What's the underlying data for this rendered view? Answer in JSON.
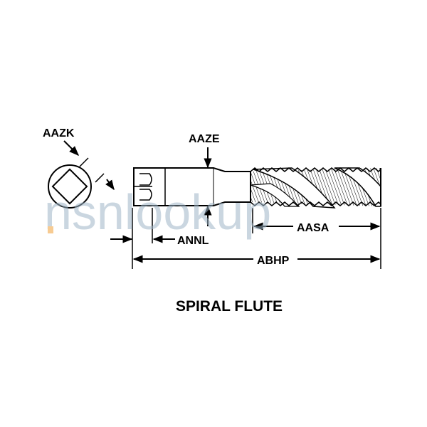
{
  "labels": {
    "aazk": "AAZK",
    "aaze": "AAZE",
    "annl": "ANNL",
    "aasa": "AASA",
    "abhp": "ABHP"
  },
  "caption": "SPIRAL FLUTE",
  "watermark": {
    "text": "nsnlookup",
    "color": "#9fb6c8",
    "accent_color": "#f2a23a"
  },
  "colors": {
    "line": "#000000",
    "background": "#ffffff"
  }
}
